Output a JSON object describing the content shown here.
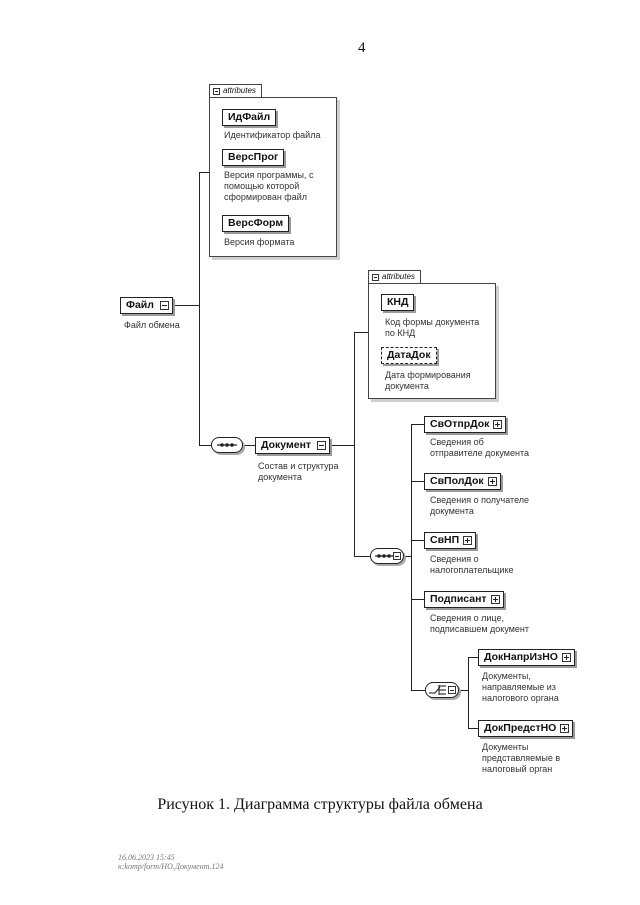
{
  "page_number": "4",
  "caption": "Рисунок 1. Диаграмма структуры файла обмена",
  "footer": {
    "line1": "16.06.2023 15:45",
    "line2": "к:komp/form/НО.Документ.124"
  },
  "attributes_label": "attributes",
  "root": {
    "name": "Файл",
    "desc": "Файл обмена"
  },
  "file_attributes": [
    {
      "name": "ИдФайл",
      "desc": [
        "Идентификатор файла"
      ]
    },
    {
      "name": "ВерсПрог",
      "desc": [
        "Версия программы, с",
        "помощью которой",
        "сформирован файл"
      ]
    },
    {
      "name": "ВерсФорм",
      "desc": [
        "Версия формата"
      ]
    }
  ],
  "document": {
    "name": "Документ",
    "desc": [
      "Состав и структура",
      "документа"
    ]
  },
  "document_attributes": [
    {
      "name": "КНД",
      "desc": [
        "Код формы документа",
        "по КНД"
      ]
    },
    {
      "name": "ДатаДок",
      "desc": [
        "Дата формирования",
        "документа"
      ]
    }
  ],
  "document_children": [
    {
      "name": "СвОтпрДок",
      "desc": [
        "Сведения об",
        "отправителе документа"
      ]
    },
    {
      "name": "СвПолДок",
      "desc": [
        "Сведения о получателе",
        "документа"
      ]
    },
    {
      "name": "СвНП",
      "desc": [
        "Сведения о",
        "налогоплательщике"
      ]
    },
    {
      "name": "Подписант",
      "desc": [
        "Сведения о лице,",
        "подписавшем документ"
      ]
    }
  ],
  "choice_children": [
    {
      "name": "ДокНапрИзНО",
      "desc": [
        "Документы,",
        "направляемые из",
        "налогового органа"
      ]
    },
    {
      "name": "ДокПредстНО",
      "desc": [
        "Документы",
        "представляемые в",
        "налоговый орган"
      ]
    }
  ]
}
